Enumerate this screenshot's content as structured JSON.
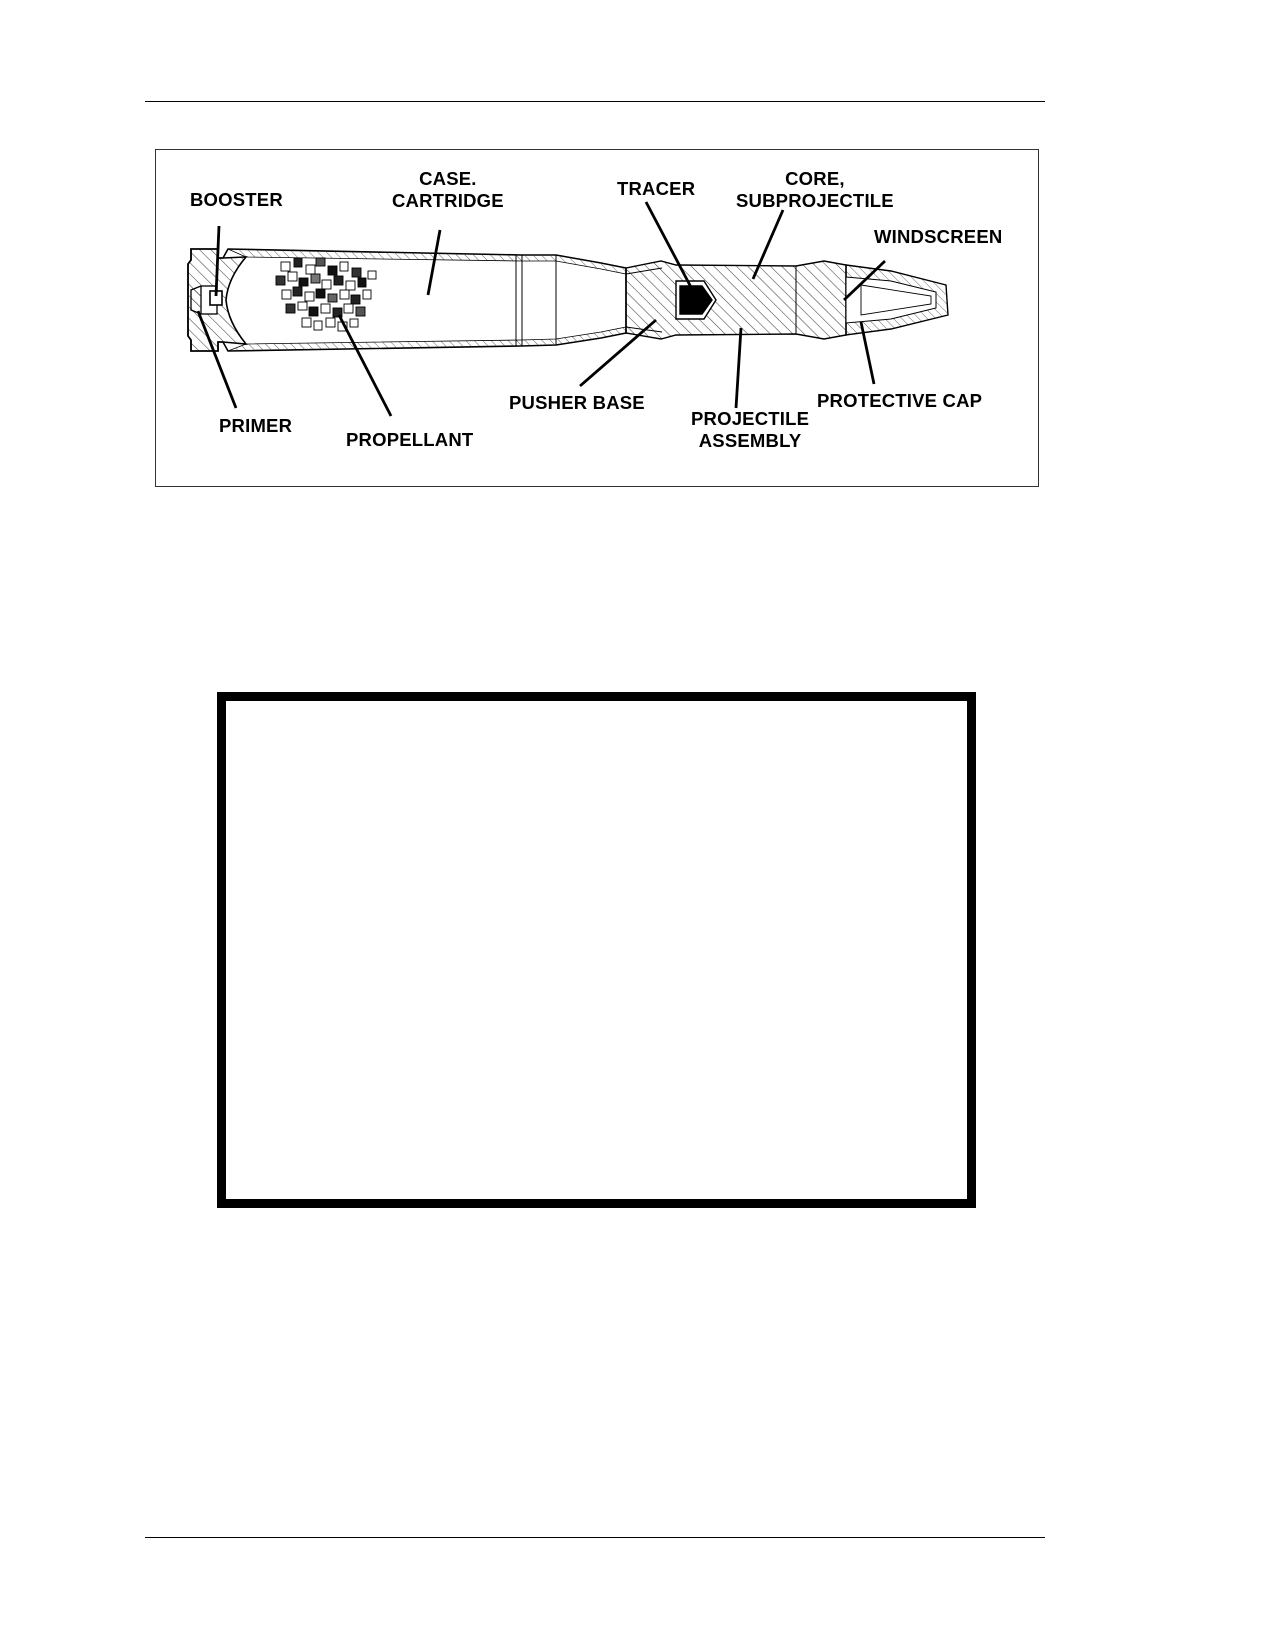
{
  "figure": {
    "labels": {
      "booster": "BOOSTER",
      "case_cartridge": "CASE.\nCARTRIDGE",
      "tracer": "TRACER",
      "core_subprojectile": "CORE,\nSUBPROJECTILE",
      "windscreen": "WINDSCREEN",
      "primer": "PRIMER",
      "propellant": "PROPELLANT",
      "pusher_base": "PUSHER BASE",
      "projectile_assembly": "PROJECTILE\nASSEMBLY",
      "protective_cap": "PROTECTIVE CAP"
    }
  },
  "colors": {
    "ink": "#000000",
    "hatch": "#555555",
    "background": "#ffffff"
  }
}
